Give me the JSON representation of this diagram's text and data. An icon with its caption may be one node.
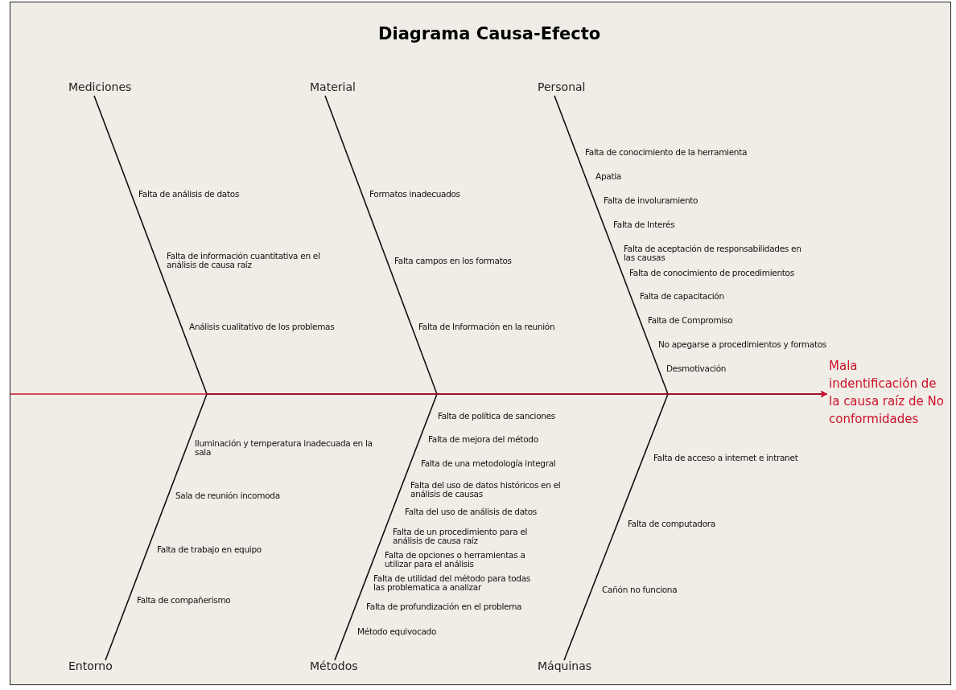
{
  "diagram": {
    "title": "Diagrama Causa-Efecto",
    "nodes": [
      {
        "text": [
          "Mediciones"
        ]
      },
      {
        "text": [
          "Material"
        ]
      },
      {
        "text": [
          "Personal"
        ]
      },
      {
        "text": [
          "Mala indentificación de la causa raíz de No conformidades"
        ]
      },
      {
        "text": [
          "Entorno"
        ]
      },
      {
        "text": [
          "Métodos"
        ]
      },
      {
        "text": [
          "Máquinas"
        ]
      }
    ],
    "edges": [
      {
        "from": 0,
        "to": 3,
        "arrow": "to"
      },
      {
        "from": 1,
        "to": 3,
        "arrow": "to"
      },
      {
        "from": 2,
        "to": 3,
        "arrow": "to"
      },
      {
        "from": 4,
        "to": 3,
        "arrow": "to"
      },
      {
        "from": 5,
        "to": 3,
        "arrow": "to"
      },
      {
        "from": 6,
        "to": 3,
        "arrow": "to"
      },
      {
        "from": null,
        "to": 3,
        "arrow": "to",
        "color": "#cc1030"
      }
    ],
    "labels": [
      "Falta de análisis de datos",
      "Falta de información cuantitativa en el análisis de causa raíz",
      "Análisis cualitativo de los problemas",
      "Formatos inadecuados",
      "Falta campos en los formatos",
      "Falta de Información en la reunión",
      "Falta de conocimiento de la herramienta",
      "Apatia",
      "Falta de involuramiento",
      "Falta de Interés",
      "Falta de aceptación de responsabilidades en las causas",
      "Falta de conocimiento de procedimientos",
      "Falta de capacitación",
      "Falta de Compromiso",
      "No apegarse a procedimientos y formatos",
      "Desmotivación",
      "Iluminación y temperatura inadecuada en la sala",
      "Sala de reunión incomoda",
      "Falta de trabajo en equipo",
      "Falta de compañerismo",
      "Falta de política de sanciones",
      "Falta de mejora del método",
      "Falta de una metodología integral",
      "Falta del uso de datos históricos en el análisis de causas",
      "Falta del uso de análisis de datos",
      "Falta de un procedimiento para el análisis de causa raíz",
      "Falta de opciones o herramientas a utilizar para el análisis",
      "Falta de utilidad del método para todas las problematica a analizar",
      "Falta de profundización en el problema",
      "Método equivocado",
      "Falta de acceso a internet e intranet",
      "Falta de computadora",
      "Cañón no funciona"
    ]
  }
}
